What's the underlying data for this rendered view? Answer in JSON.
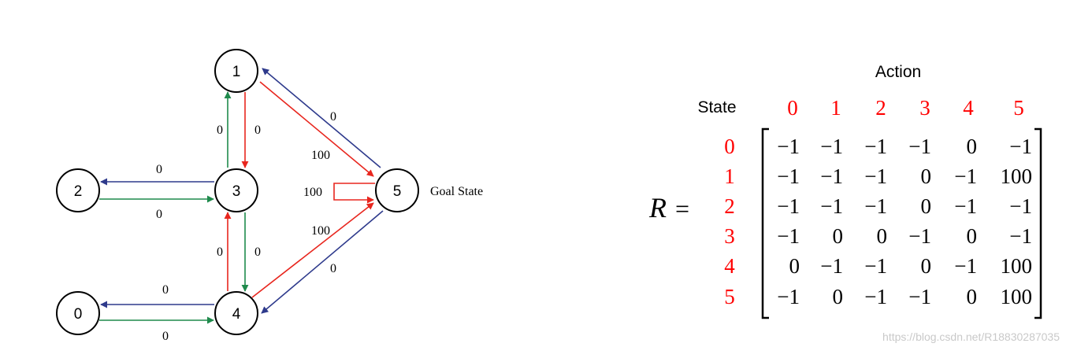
{
  "colors": {
    "blue_edge": "#2e3a8c",
    "green_edge": "#1f8a4c",
    "red_edge": "#e8261e",
    "index_red": "#ff0000"
  },
  "graph": {
    "nodes": [
      {
        "id": "n0",
        "label": "0"
      },
      {
        "id": "n1",
        "label": "1"
      },
      {
        "id": "n2",
        "label": "2"
      },
      {
        "id": "n3",
        "label": "3"
      },
      {
        "id": "n4",
        "label": "4"
      },
      {
        "id": "n5",
        "label": "5"
      }
    ],
    "edges": [
      {
        "from": "3",
        "to": "2",
        "color": "blue",
        "label": "0"
      },
      {
        "from": "2",
        "to": "3",
        "color": "green",
        "label": "0"
      },
      {
        "from": "4",
        "to": "0",
        "color": "blue",
        "label": "0"
      },
      {
        "from": "0",
        "to": "4",
        "color": "green",
        "label": "0"
      },
      {
        "from": "3",
        "to": "1",
        "color": "green",
        "label": "0"
      },
      {
        "from": "1",
        "to": "3",
        "color": "red",
        "label": "0"
      },
      {
        "from": "4",
        "to": "3",
        "color": "red",
        "label": "0"
      },
      {
        "from": "3",
        "to": "4",
        "color": "green",
        "label": "0"
      },
      {
        "from": "5",
        "to": "1",
        "color": "blue",
        "label": "0"
      },
      {
        "from": "1",
        "to": "5",
        "color": "red",
        "label": "100"
      },
      {
        "from": "5",
        "to": "5",
        "color": "red",
        "label": "100"
      },
      {
        "from": "4",
        "to": "5",
        "color": "red",
        "label": "100"
      },
      {
        "from": "5",
        "to": "4",
        "color": "blue",
        "label": "0"
      }
    ],
    "goal_label": "Goal State"
  },
  "matrix": {
    "action_label": "Action",
    "state_label": "State",
    "symbol": "R",
    "equals": "=",
    "col_indices": [
      "0",
      "1",
      "2",
      "3",
      "4",
      "5"
    ],
    "row_indices": [
      "0",
      "1",
      "2",
      "3",
      "4",
      "5"
    ],
    "rows": [
      [
        "−1",
        "−1",
        "−1",
        "−1",
        "0",
        "−1"
      ],
      [
        "−1",
        "−1",
        "−1",
        "0",
        "−1",
        "100"
      ],
      [
        "−1",
        "−1",
        "−1",
        "0",
        "−1",
        "−1"
      ],
      [
        "−1",
        "0",
        "0",
        "−1",
        "0",
        "−1"
      ],
      [
        "0",
        "−1",
        "−1",
        "0",
        "−1",
        "100"
      ],
      [
        "−1",
        "0",
        "−1",
        "−1",
        "0",
        "100"
      ]
    ]
  },
  "watermark": "https://blog.csdn.net/R18830287035"
}
